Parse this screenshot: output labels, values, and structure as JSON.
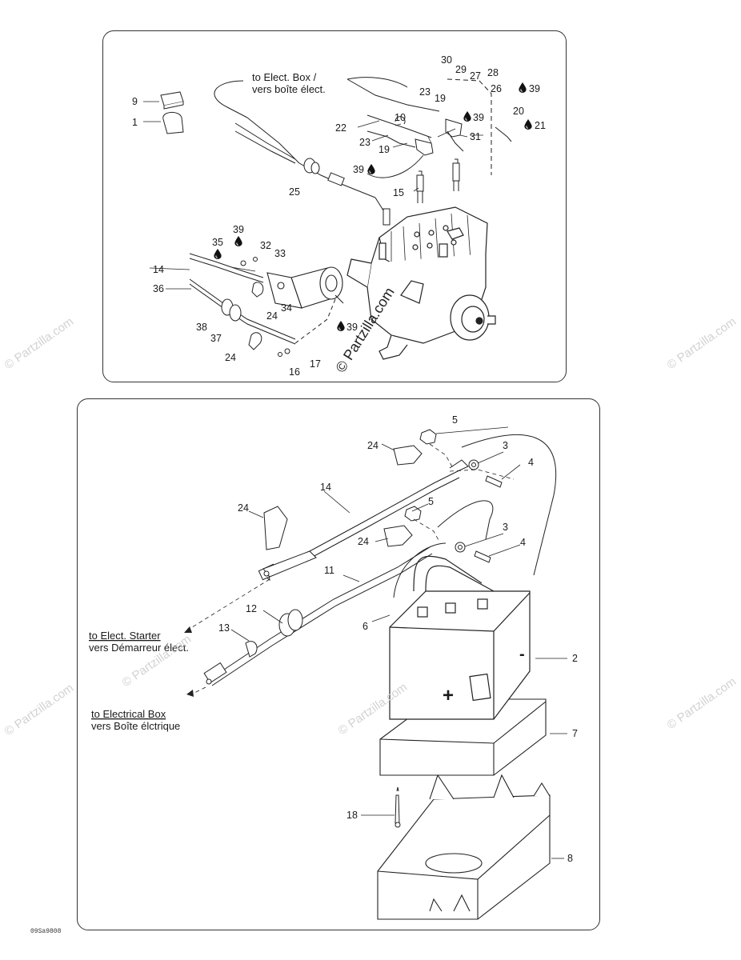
{
  "top_diagram": {
    "labels": {
      "elect_box_en": "to Elect. Box /",
      "elect_box_fr": "vers boîte élect."
    },
    "callouts": [
      "9",
      "1",
      "22",
      "23",
      "19",
      "10",
      "23",
      "19",
      "39",
      "25",
      "15",
      "30",
      "29",
      "27",
      "28",
      "26",
      "39",
      "20",
      "21",
      "39",
      "31",
      "39",
      "35",
      "32",
      "33",
      "14",
      "36",
      "24",
      "34",
      "38",
      "37",
      "24",
      "17",
      "16",
      "39"
    ],
    "watermark": "© Partzilla.com"
  },
  "bottom_diagram": {
    "labels": {
      "starter_en": "to Elect. Starter",
      "starter_fr": "vers Démarreur élect.",
      "box_en": "to Electrical Box",
      "box_fr": "vers Boîte élctrique"
    },
    "callouts": [
      "5",
      "24",
      "3",
      "4",
      "14",
      "24",
      "5",
      "3",
      "24",
      "4",
      "11",
      "12",
      "13",
      "6",
      "2",
      "7",
      "18",
      "8"
    ],
    "battery_minus": "-",
    "battery_plus": "+"
  },
  "watermarks": {
    "side": "© Partzilla.com"
  },
  "diagram_code": "09Sa9808",
  "icons": {
    "drop": "oil-drop-icon"
  }
}
